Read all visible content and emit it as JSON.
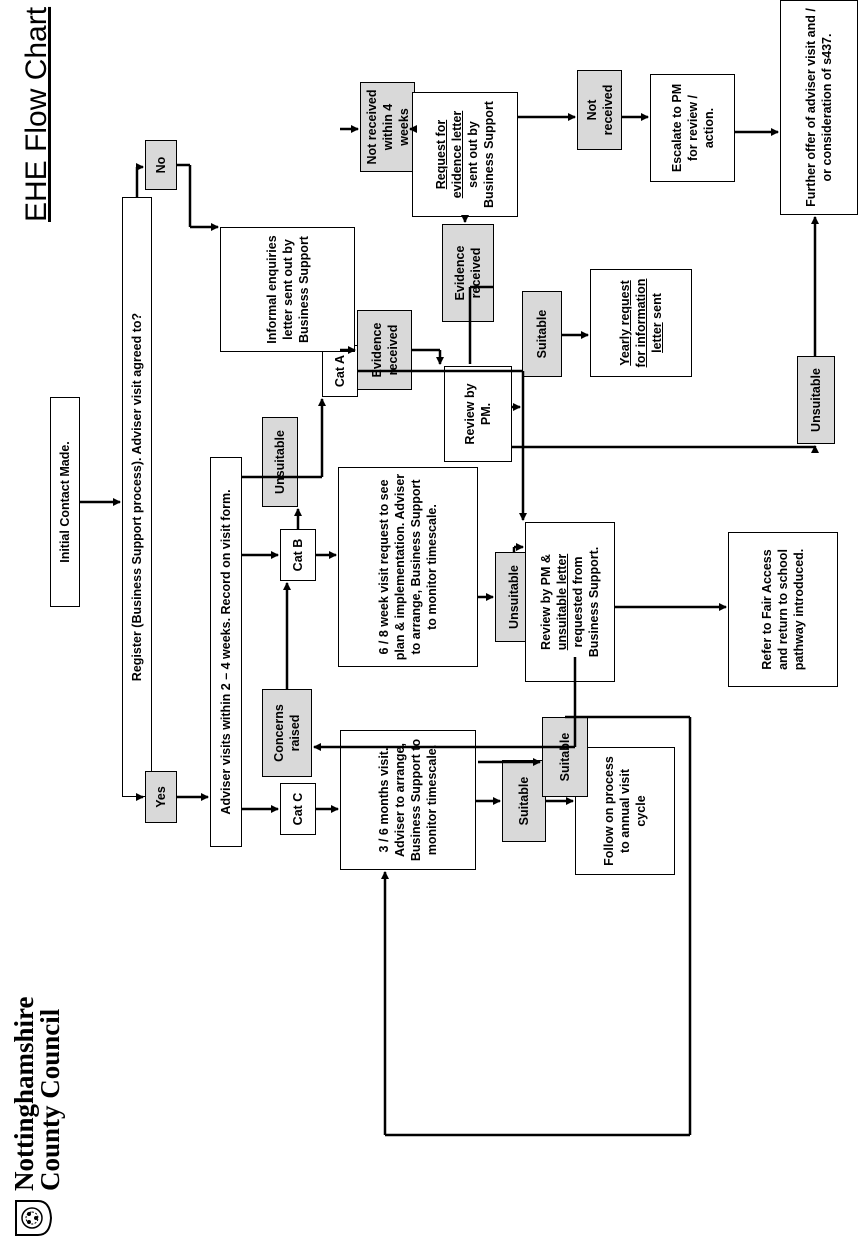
{
  "header": {
    "title": "EHE Flow Chart",
    "org_line1": "Nottinghamshire",
    "org_line2": "County Council",
    "logo_icon": "county-crest-icon"
  },
  "nodes": {
    "initial": "Initial Contact Made.",
    "register": "Register (Business Support process). Adviser visit agreed to?",
    "yes": "Yes",
    "no": "No",
    "adviser_visit": "Adviser visits within 2 – 4 weeks. Record on visit form.",
    "cat_c": "Cat C",
    "cat_b": "Cat B",
    "cat_a": "Cat A",
    "concerns": "Concerns raised",
    "unsuitable_b": "Unsuitable",
    "three_six": "3 / 6 months visit. Adviser to arrange, Business Support to monitor timescale.",
    "suitable_c": "Suitable",
    "follow_on": "Follow on process to annual visit cycle",
    "six_eight": "6 / 8 week visit request to see plan & implementation. Adviser to arrange, Business Support to monitor timescale.",
    "unsuitable_68": "Unsuitable",
    "suitable_68": "Suitable",
    "review_pm_pre": "Review by PM &",
    "review_pm_u": "unsuitable letter",
    "review_pm_post": "requested from Business Support.",
    "refer": "Refer to Fair Access and return to school pathway introduced.",
    "informal": "Informal enquiries letter sent out by Business Support",
    "evidence_1": "Evidence received",
    "review_pm2": "Review by PM.",
    "not_received_4w": "Not received within 4 weeks",
    "request_u": "Request for evidence letter",
    "request_post": "sent out by Business Support",
    "evidence_2": "Evidence received",
    "suitable_ev": "Suitable",
    "yearly_u": "Yearly request for information letter",
    "yearly_post": "sent",
    "not_received": "Not received",
    "escalate": "Escalate to PM for review / action.",
    "further": "Further offer of adviser visit and / or consideration of s437.",
    "unsuitable_ev": "Unsuitable"
  }
}
